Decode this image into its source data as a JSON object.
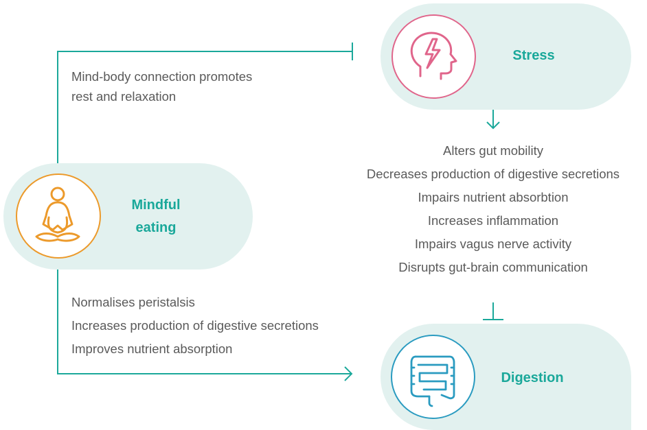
{
  "nodes": {
    "stress": {
      "label": "Stress",
      "icon": "head-lightning-icon"
    },
    "mindful": {
      "line1": "Mindful",
      "line2": "eating",
      "icon": "meditation-person-icon"
    },
    "digestion": {
      "label": "Digestion",
      "icon": "intestine-icon"
    }
  },
  "mind_body_text": {
    "line1": "Mind-body connection promotes",
    "line2": "rest and relaxation"
  },
  "stress_effects": [
    "Alters gut mobility",
    "Decreases production of digestive secretions",
    "Impairs nutrient absorbtion",
    "Increases inflammation",
    "Impairs vagus nerve activity",
    "Disrupts gut-brain communication"
  ],
  "mindful_effects": [
    "Normalises peristalsis",
    "Increases production of digestive secretions",
    "Improves nutrient absorption"
  ],
  "colors": {
    "pill_bg": "#e2f1ef",
    "teal": "#1aa89a",
    "stress_pink": "#e0658b",
    "mindful_orange": "#ec9a2b",
    "digestion_blue": "#2a9bc0",
    "text_gray": "#5a5a5a"
  }
}
